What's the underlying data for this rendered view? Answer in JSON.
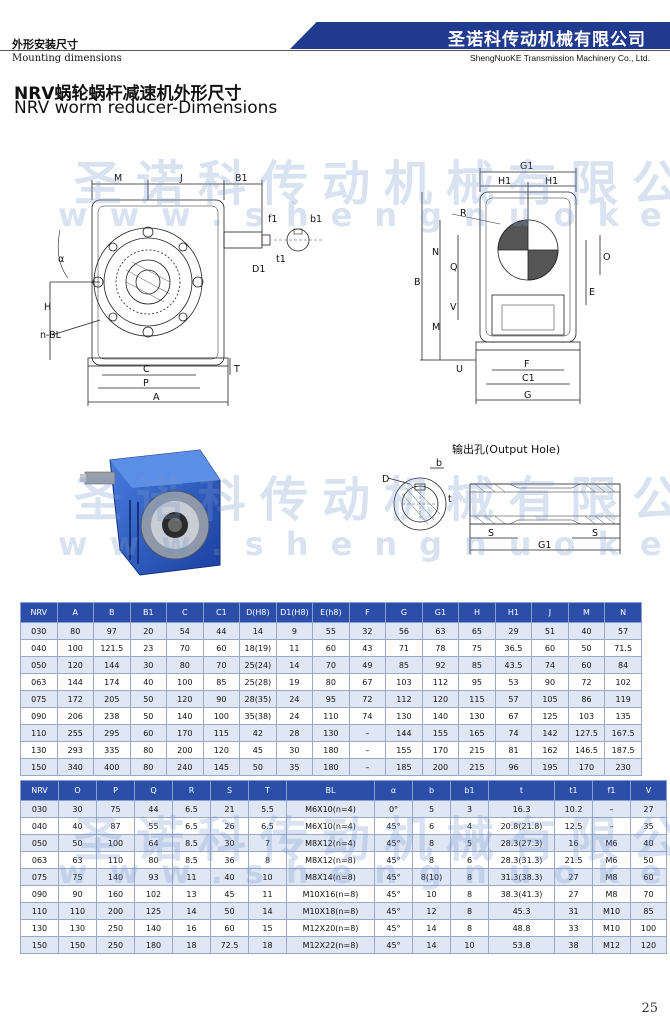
{
  "header": {
    "section_cn": "外形安装尺寸",
    "section_en": "Mounting dimensions",
    "company_cn": "圣诺科传动机械有限公司",
    "company_en": "ShengNuoKE Transmission Machinery Co., Ltd."
  },
  "title": {
    "cn": "NRV蜗轮蜗杆减速机外形尺寸",
    "en": "NRV worm reducer-Dimensions"
  },
  "watermark": {
    "cn": "圣诺科传动机械有限公司",
    "en": "www.shengnuoke.com"
  },
  "drawing_labels": {
    "front": [
      "M",
      "J",
      "B1",
      "f1",
      "b1",
      "t1",
      "D1",
      "α",
      "H",
      "n-BL",
      "C",
      "P",
      "A",
      "T"
    ],
    "side": [
      "G1",
      "H1",
      "H1",
      "R",
      "N",
      "Q",
      "B",
      "O",
      "E",
      "M",
      "V",
      "F",
      "C1",
      "G",
      "U"
    ],
    "hole": [
      "b",
      "D",
      "t",
      "S",
      "S",
      "G1"
    ]
  },
  "output_hole_label": "输出孔(Output Hole)",
  "colors": {
    "header_band": "#1f3a8f",
    "table_header": "#2b4fa8",
    "row_alt": "#dfe6f4"
  },
  "table1": {
    "headers": [
      "NRV",
      "A",
      "B",
      "B1",
      "C",
      "C1",
      "D(H8)",
      "D1(H8)",
      "E(h8)",
      "F",
      "G",
      "G1",
      "H",
      "H1",
      "J",
      "M",
      "N"
    ],
    "rows": [
      [
        "030",
        "80",
        "97",
        "20",
        "54",
        "44",
        "14",
        "9",
        "55",
        "32",
        "56",
        "63",
        "65",
        "29",
        "51",
        "40",
        "57"
      ],
      [
        "040",
        "100",
        "121.5",
        "23",
        "70",
        "60",
        "18(19)",
        "11",
        "60",
        "43",
        "71",
        "78",
        "75",
        "36.5",
        "60",
        "50",
        "71.5"
      ],
      [
        "050",
        "120",
        "144",
        "30",
        "80",
        "70",
        "25(24)",
        "14",
        "70",
        "49",
        "85",
        "92",
        "85",
        "43.5",
        "74",
        "60",
        "84"
      ],
      [
        "063",
        "144",
        "174",
        "40",
        "100",
        "85",
        "25(28)",
        "19",
        "80",
        "67",
        "103",
        "112",
        "95",
        "53",
        "90",
        "72",
        "102"
      ],
      [
        "075",
        "172",
        "205",
        "50",
        "120",
        "90",
        "28(35)",
        "24",
        "95",
        "72",
        "112",
        "120",
        "115",
        "57",
        "105",
        "86",
        "119"
      ],
      [
        "090",
        "206",
        "238",
        "50",
        "140",
        "100",
        "35(38)",
        "24",
        "110",
        "74",
        "130",
        "140",
        "130",
        "67",
        "125",
        "103",
        "135"
      ],
      [
        "110",
        "255",
        "295",
        "60",
        "170",
        "115",
        "42",
        "28",
        "130",
        "–",
        "144",
        "155",
        "165",
        "74",
        "142",
        "127.5",
        "167.5"
      ],
      [
        "130",
        "293",
        "335",
        "80",
        "200",
        "120",
        "45",
        "30",
        "180",
        "–",
        "155",
        "170",
        "215",
        "81",
        "162",
        "146.5",
        "187.5"
      ],
      [
        "150",
        "340",
        "400",
        "80",
        "240",
        "145",
        "50",
        "35",
        "180",
        "–",
        "185",
        "200",
        "215",
        "96",
        "195",
        "170",
        "230"
      ]
    ]
  },
  "table2": {
    "headers": [
      "NRV",
      "O",
      "P",
      "Q",
      "R",
      "S",
      "T",
      "BL",
      "α",
      "b",
      "b1",
      "t",
      "t1",
      "f1",
      "V"
    ],
    "rows": [
      [
        "030",
        "30",
        "75",
        "44",
        "6.5",
        "21",
        "5.5",
        "M6X10(n=4)",
        "0°",
        "5",
        "3",
        "16.3",
        "10.2",
        "–",
        "27"
      ],
      [
        "040",
        "40",
        "87",
        "55",
        "6.5",
        "26",
        "6.5",
        "M6X10(n=4)",
        "45°",
        "6",
        "4",
        "20.8(21.8)",
        "12.5",
        "–",
        "35"
      ],
      [
        "050",
        "50",
        "100",
        "64",
        "8.5",
        "30",
        "7",
        "M8X12(n=4)",
        "45°",
        "8",
        "5",
        "28.3(27.3)",
        "16",
        "M6",
        "40"
      ],
      [
        "063",
        "63",
        "110",
        "80",
        "8.5",
        "36",
        "8",
        "M8X12(n=8)",
        "45°",
        "8",
        "6",
        "28.3(31.3)",
        "21.5",
        "M6",
        "50"
      ],
      [
        "075",
        "75",
        "140",
        "93",
        "11",
        "40",
        "10",
        "M8X14(n=8)",
        "45°",
        "8(10)",
        "8",
        "31.3(38.3)",
        "27",
        "M8",
        "60"
      ],
      [
        "090",
        "90",
        "160",
        "102",
        "13",
        "45",
        "11",
        "M10X16(n=8)",
        "45°",
        "10",
        "8",
        "38.3(41.3)",
        "27",
        "M8",
        "70"
      ],
      [
        "110",
        "110",
        "200",
        "125",
        "14",
        "50",
        "14",
        "M10X18(n=8)",
        "45°",
        "12",
        "8",
        "45.3",
        "31",
        "M10",
        "85"
      ],
      [
        "130",
        "130",
        "250",
        "140",
        "16",
        "60",
        "15",
        "M12X20(n=8)",
        "45°",
        "14",
        "8",
        "48.8",
        "33",
        "M10",
        "100"
      ],
      [
        "150",
        "150",
        "250",
        "180",
        "18",
        "72.5",
        "18",
        "M12X22(n=8)",
        "45°",
        "14",
        "10",
        "53.8",
        "38",
        "M12",
        "120"
      ]
    ]
  },
  "page_number": "25"
}
